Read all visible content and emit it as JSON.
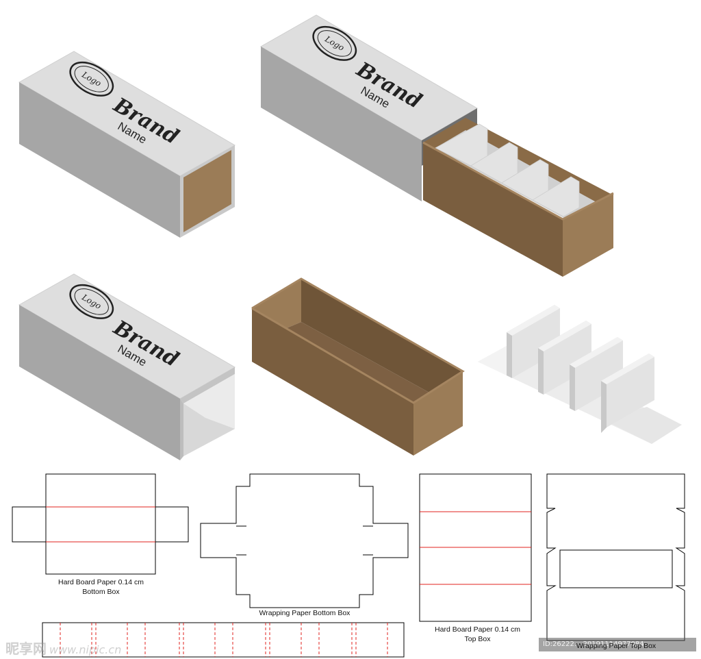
{
  "colors": {
    "sleeve_top": "#dedede",
    "sleeve_side": "#a6a6a6",
    "sleeve_end": "#c4c4c4",
    "kraft_light": "#9b7c57",
    "kraft_dark": "#7a5e3f",
    "kraft_inner": "#8a6b47",
    "divider": "#e3e3e3",
    "crease": "#e0201c",
    "cut": "#000000"
  },
  "branding": {
    "logo_text": "Logo",
    "brand_text": "Brand",
    "name_text": "Name"
  },
  "labels": {
    "bottom_box": {
      "line1": "Hard Board Paper 0.14 cm",
      "line2": "Bottom Box"
    },
    "wrapping_bottom": {
      "line1": "Wrapping Paper Bottom Box"
    },
    "top_box": {
      "line1": "Hard Board Paper 0.14 cm",
      "line2": "Top Box"
    },
    "wrapping_top": {
      "line1": "Wrapping Paper Top Box"
    }
  },
  "watermark": {
    "left_brand": "昵享网",
    "left_site": "www.nipic.cn",
    "right_id": "ID:26222... 20191114977084"
  }
}
